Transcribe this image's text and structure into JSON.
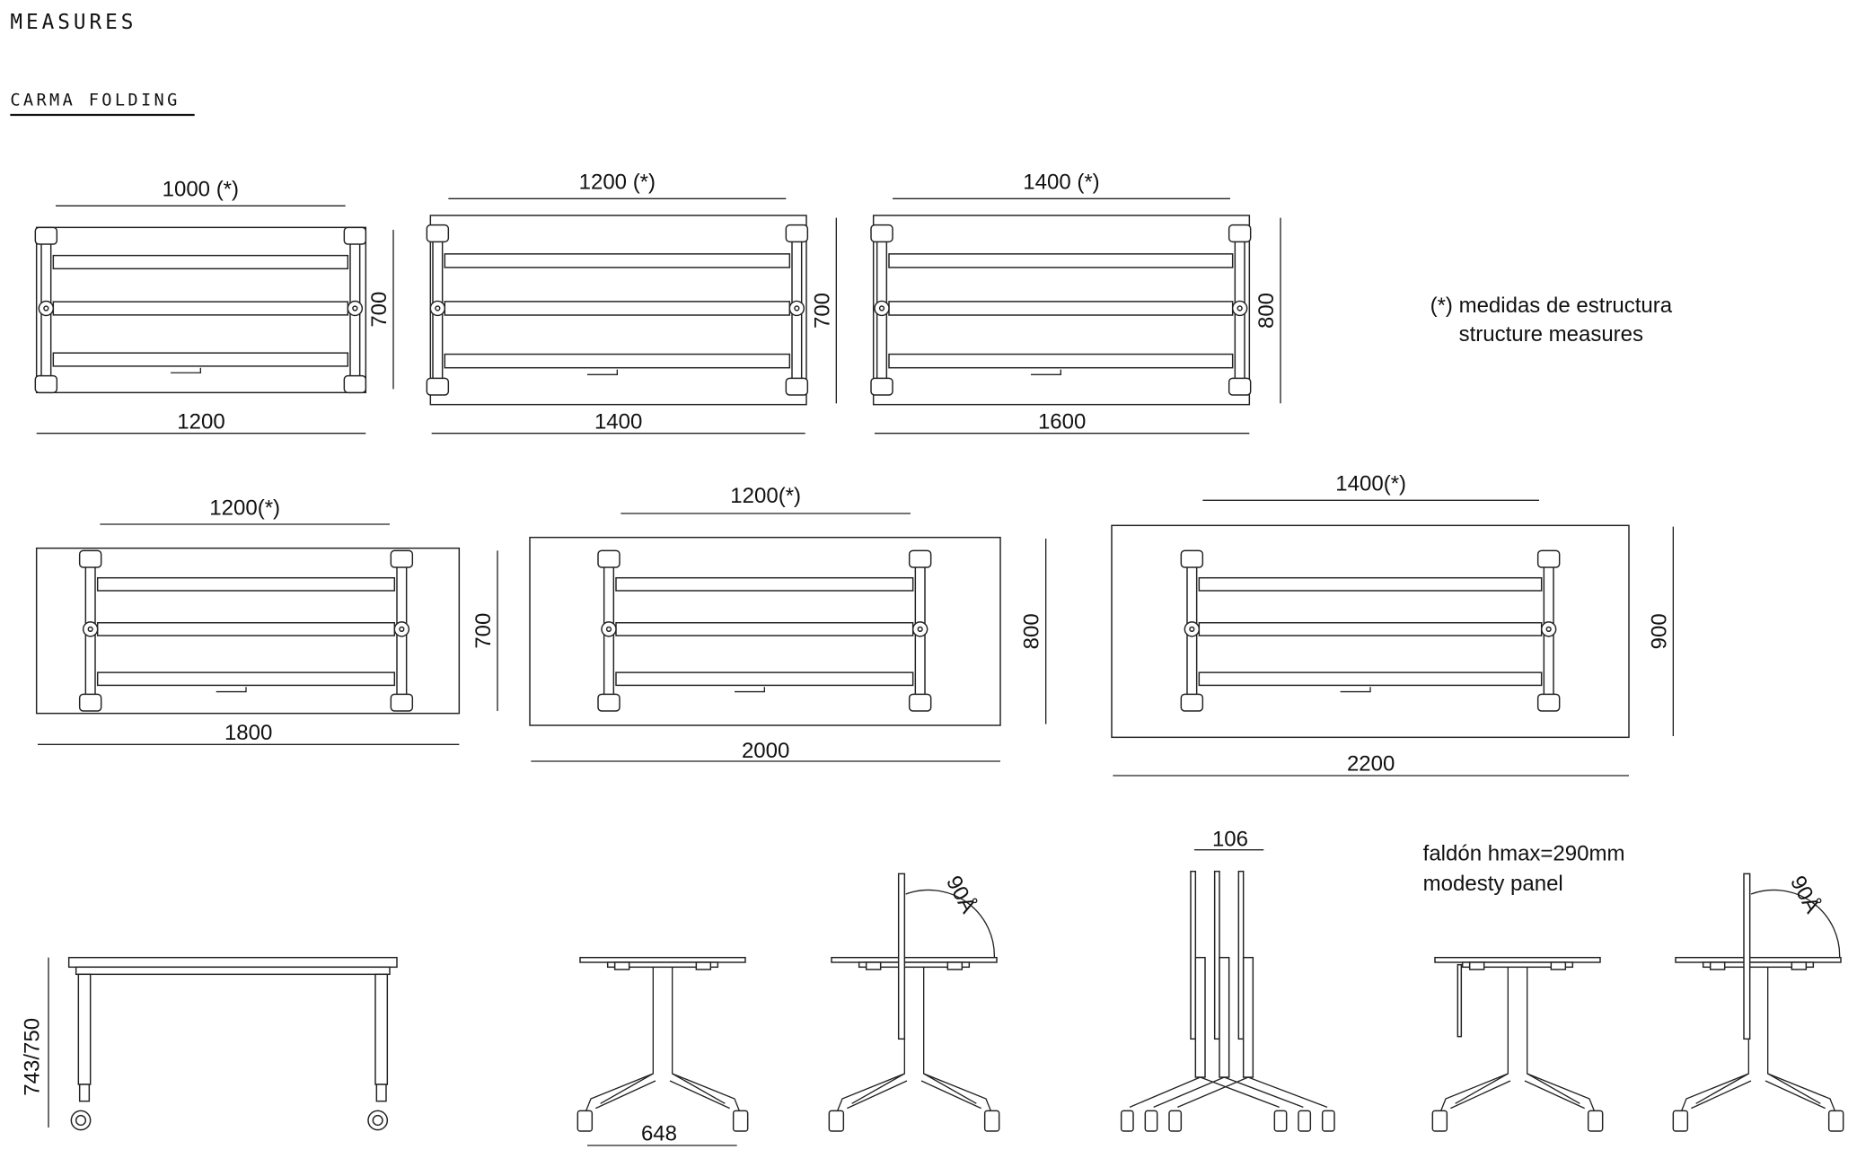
{
  "header": {
    "title": "MEASURES",
    "subtitle": "CARMA FOLDING"
  },
  "plans": [
    {
      "structure": "1000 (*)",
      "depth": "700",
      "length": "1200"
    },
    {
      "structure": "1200 (*)",
      "depth": "700",
      "length": "1400"
    },
    {
      "structure": "1400 (*)",
      "depth": "800",
      "length": "1600"
    },
    {
      "structure": "1200(*)",
      "depth": "700",
      "length": "1800"
    },
    {
      "structure": "1200(*)",
      "depth": "800",
      "length": "2000"
    },
    {
      "structure": "1400(*)",
      "depth": "900",
      "length": "2200"
    }
  ],
  "note": {
    "line1": "(*) medidas de estructura",
    "line2": "structure measures"
  },
  "elevations": {
    "height": "743/750",
    "base_width": "648",
    "fold_angle": "90Å",
    "fold_angle_2": "90Å",
    "stack_pitch": "106",
    "panel_line1": "faldón hmax=290mm",
    "panel_line2": "modesty panel"
  }
}
